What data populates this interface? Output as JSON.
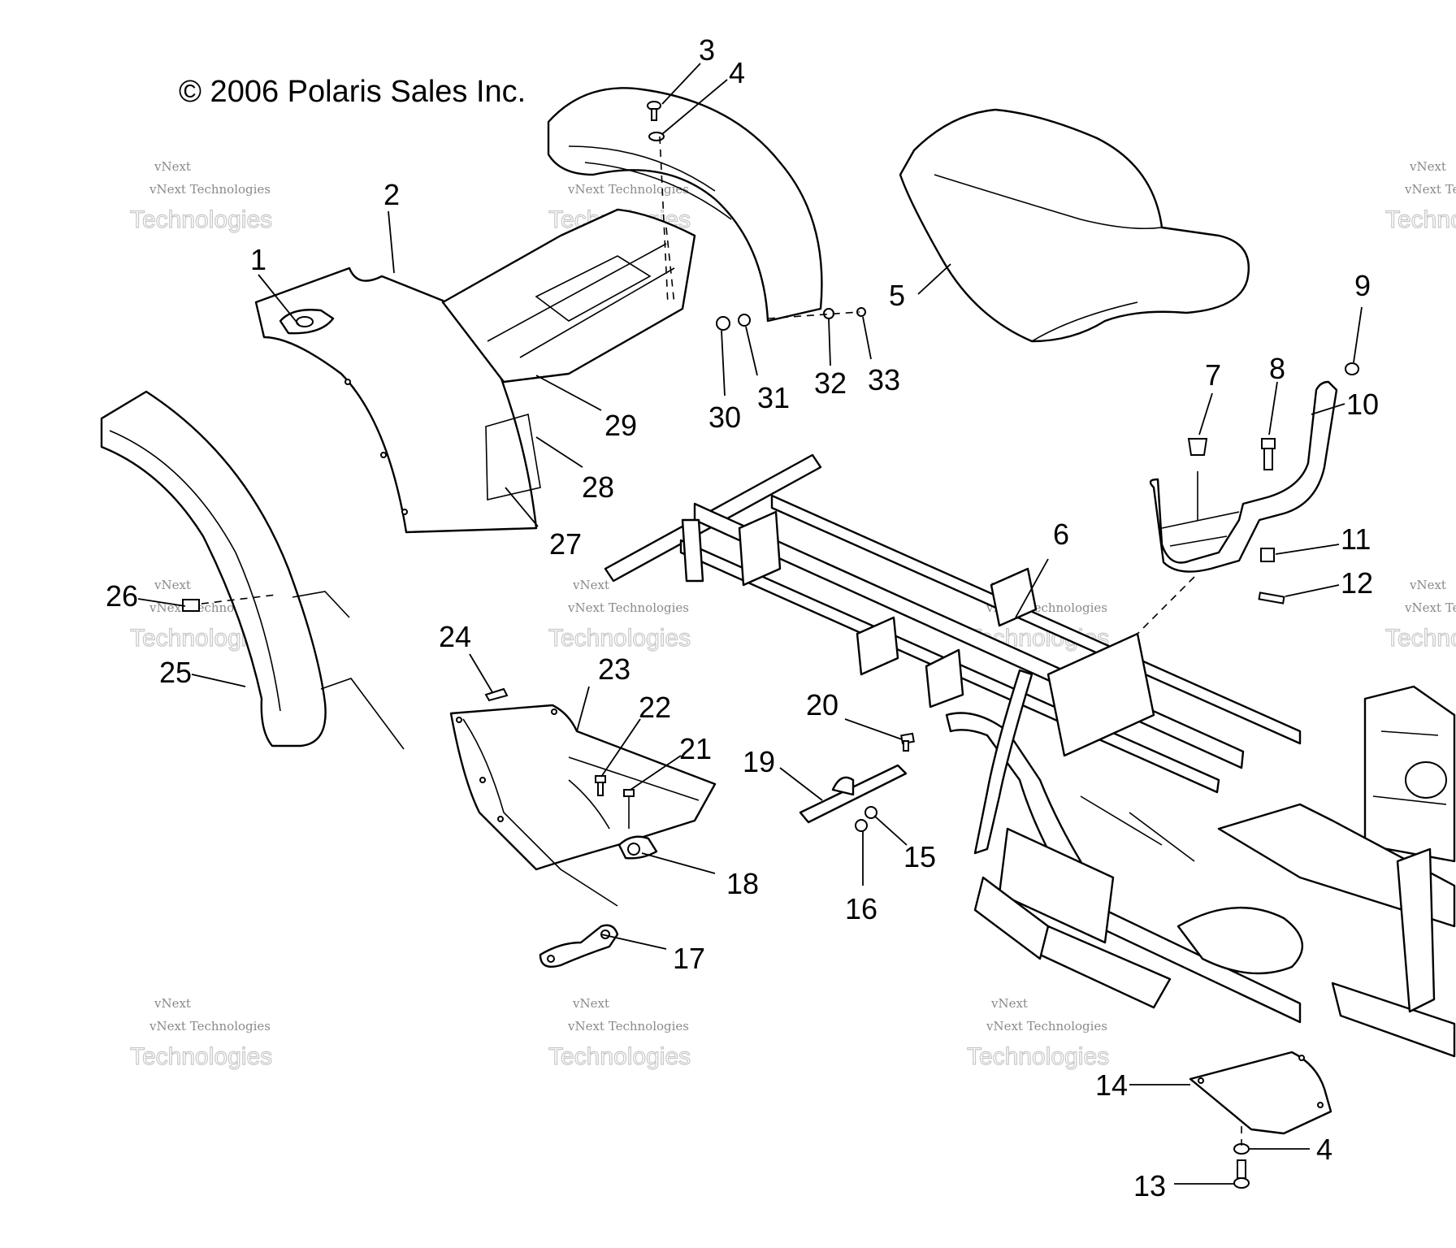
{
  "copyright": "© 2006 Polaris Sales Inc.",
  "watermark": {
    "small_text": "vNext Technologies",
    "big_text": "Technologies",
    "top_text": "vNext"
  },
  "callouts": [
    "1",
    "2",
    "3",
    "4",
    "5",
    "6",
    "7",
    "8",
    "9",
    "10",
    "11",
    "12",
    "13",
    "4",
    "14",
    "15",
    "16",
    "17",
    "18",
    "19",
    "20",
    "21",
    "22",
    "23",
    "24",
    "25",
    "26",
    "27",
    "28",
    "29",
    "30",
    "31",
    "32",
    "33"
  ]
}
